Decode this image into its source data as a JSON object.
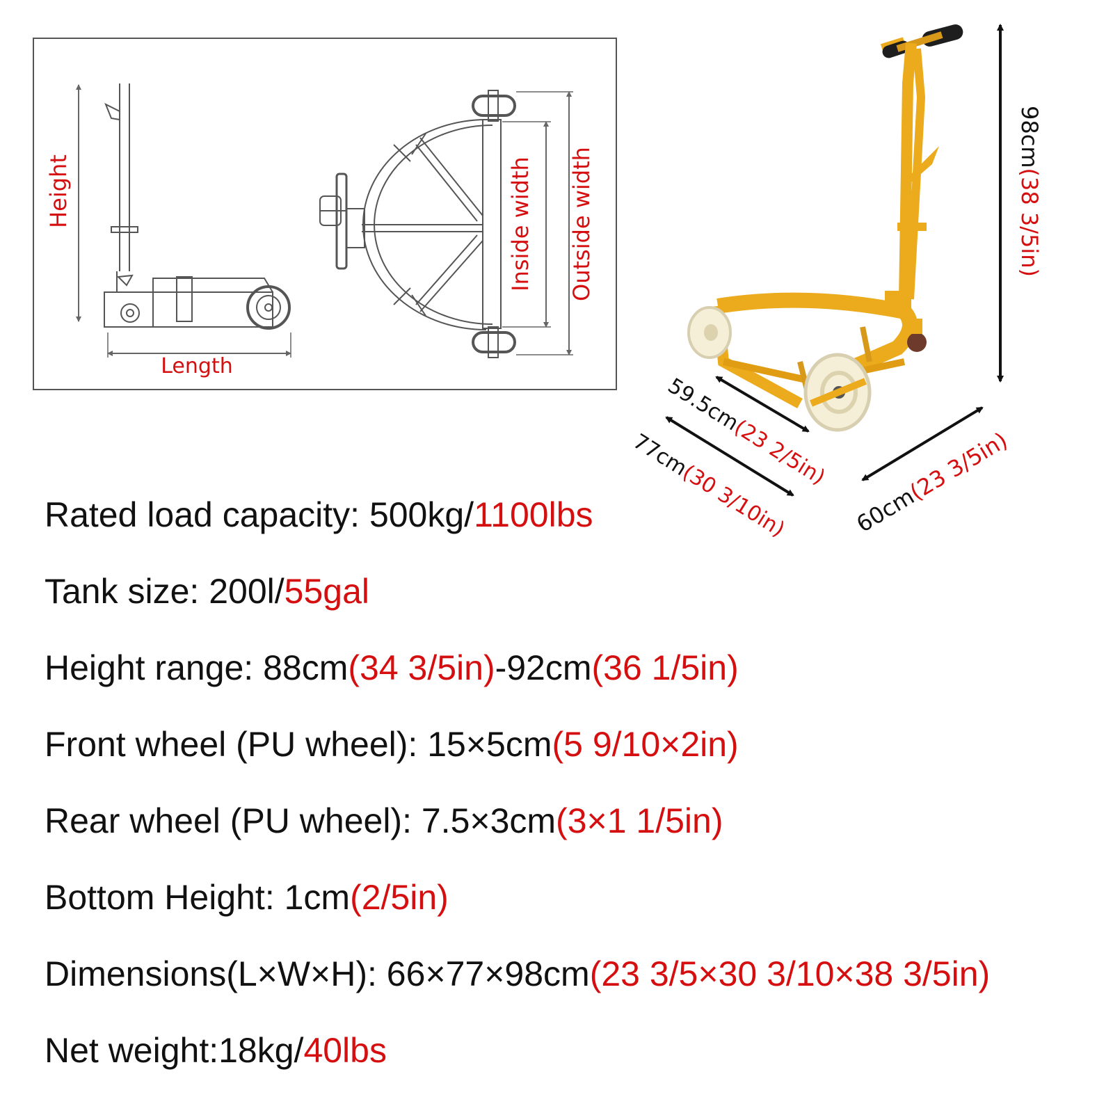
{
  "drawing_labels": {
    "height": "Height",
    "length": "Length",
    "inside_width": "Inside width",
    "outside_width": "Outside width"
  },
  "dimension_labels": {
    "height_metric": "98cm",
    "height_imperial": "(38 3/5in)",
    "inner_metric": "59.5cm",
    "inner_imperial": "(23 2/5in)",
    "outer_metric": "77cm",
    "outer_imperial": "(30 3/10in)",
    "length_metric": "60cm",
    "length_imperial": "(23 3/5in)"
  },
  "specs": [
    {
      "parts": [
        {
          "text": "Rated load capacity: 500kg/",
          "red": false
        },
        {
          "text": "1100lbs",
          "red": true
        }
      ]
    },
    {
      "parts": [
        {
          "text": "Tank size: 200l/",
          "red": false
        },
        {
          "text": "55gal",
          "red": true
        }
      ]
    },
    {
      "parts": [
        {
          "text": "Height range: 88cm",
          "red": false
        },
        {
          "text": "(34 3/5in)",
          "red": true
        },
        {
          "text": "-92cm",
          "red": false
        },
        {
          "text": "(36 1/5in)",
          "red": true
        }
      ]
    },
    {
      "parts": [
        {
          "text": "Front wheel (PU wheel): 15×5cm",
          "red": false
        },
        {
          "text": "(5 9/10×2in)",
          "red": true
        }
      ]
    },
    {
      "parts": [
        {
          "text": "Rear wheel (PU wheel): 7.5×3cm",
          "red": false
        },
        {
          "text": "(3×1 1/5in)",
          "red": true
        }
      ]
    },
    {
      "parts": [
        {
          "text": "Bottom Height: 1cm",
          "red": false
        },
        {
          "text": "(2/5in)",
          "red": true
        }
      ]
    },
    {
      "parts": [
        {
          "text": "Dimensions(L×W×H): 66×77×98cm",
          "red": false
        },
        {
          "text": "(23 3/5×30 3/10×38 3/5in)",
          "red": true
        }
      ]
    },
    {
      "parts": [
        {
          "text": "Net weight:18kg/",
          "red": false
        },
        {
          "text": "40lbs",
          "red": true
        }
      ]
    }
  ],
  "colors": {
    "red": "#d50f0f",
    "text": "#111111",
    "frame": "#ebab1c",
    "line_drawing": "#555555"
  }
}
